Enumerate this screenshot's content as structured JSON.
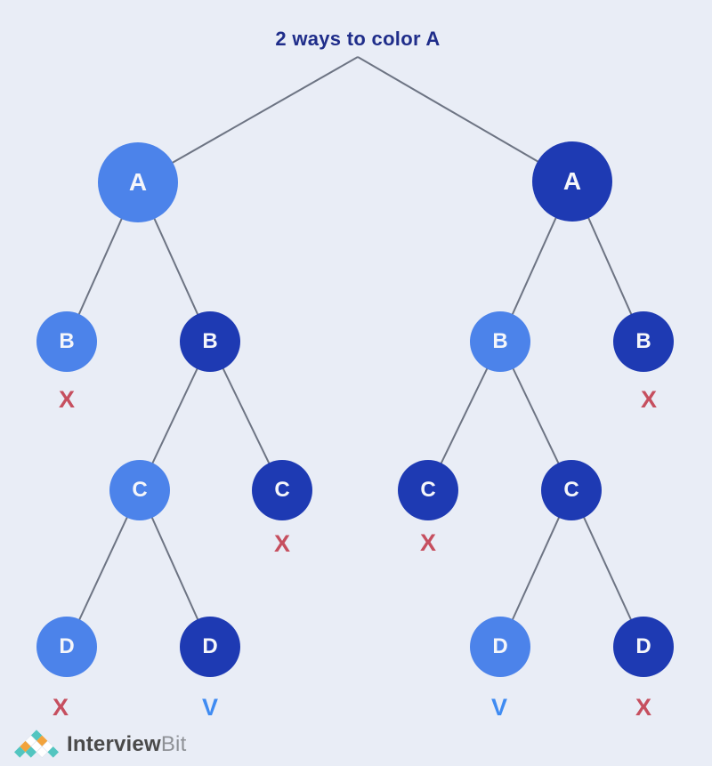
{
  "diagram": {
    "title": "2 ways to color A",
    "left_tree": {
      "a": {
        "label": "A",
        "color": "light"
      },
      "b_left": {
        "label": "B",
        "color": "light",
        "mark": "X",
        "mark_kind": "reject"
      },
      "b_right": {
        "label": "B",
        "color": "dark"
      },
      "c_left": {
        "label": "C",
        "color": "light"
      },
      "c_right": {
        "label": "C",
        "color": "dark",
        "mark": "X",
        "mark_kind": "reject"
      },
      "d_left": {
        "label": "D",
        "color": "light",
        "mark": "X",
        "mark_kind": "reject"
      },
      "d_right": {
        "label": "D",
        "color": "dark",
        "mark": "V",
        "mark_kind": "accept"
      }
    },
    "right_tree": {
      "a": {
        "label": "A",
        "color": "dark"
      },
      "b_left": {
        "label": "B",
        "color": "light"
      },
      "b_right": {
        "label": "B",
        "color": "dark",
        "mark": "X",
        "mark_kind": "reject"
      },
      "c_left": {
        "label": "C",
        "color": "dark",
        "mark": "X",
        "mark_kind": "reject"
      },
      "c_right": {
        "label": "C",
        "color": "dark"
      },
      "d_left": {
        "label": "D",
        "color": "light",
        "mark": "V",
        "mark_kind": "accept"
      },
      "d_right": {
        "label": "D",
        "color": "dark",
        "mark": "X",
        "mark_kind": "reject"
      }
    }
  },
  "colors": {
    "background": "#e9edf6",
    "node_light_blue": "#4c83ea",
    "node_dark_blue": "#1e3ab3",
    "edge_gray": "#6d7483",
    "title_navy": "#1f2d8a",
    "mark_reject_red": "#c64f5f",
    "mark_accept_blue": "#3f8bf2",
    "logo_teal": "#52c5c0",
    "logo_orange": "#f2a33c",
    "logo_text_dark": "#4a4a4a",
    "logo_text_light": "#8e9196"
  },
  "logo": {
    "brand_primary": "Interview",
    "brand_secondary": "Bit"
  }
}
